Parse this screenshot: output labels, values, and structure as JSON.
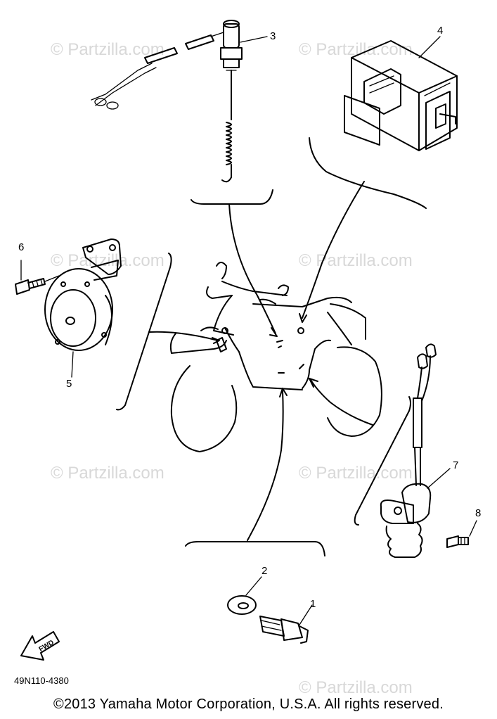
{
  "watermark": {
    "text": "© Partzilla.com"
  },
  "callouts": [
    "1",
    "2",
    "3",
    "4",
    "5",
    "6",
    "7",
    "8"
  ],
  "diagram_code": "49N110-4380",
  "fwd_label": "FWD",
  "copyright": "©2013  Yamaha Motor Corporation, U.S.A. All rights reserved."
}
